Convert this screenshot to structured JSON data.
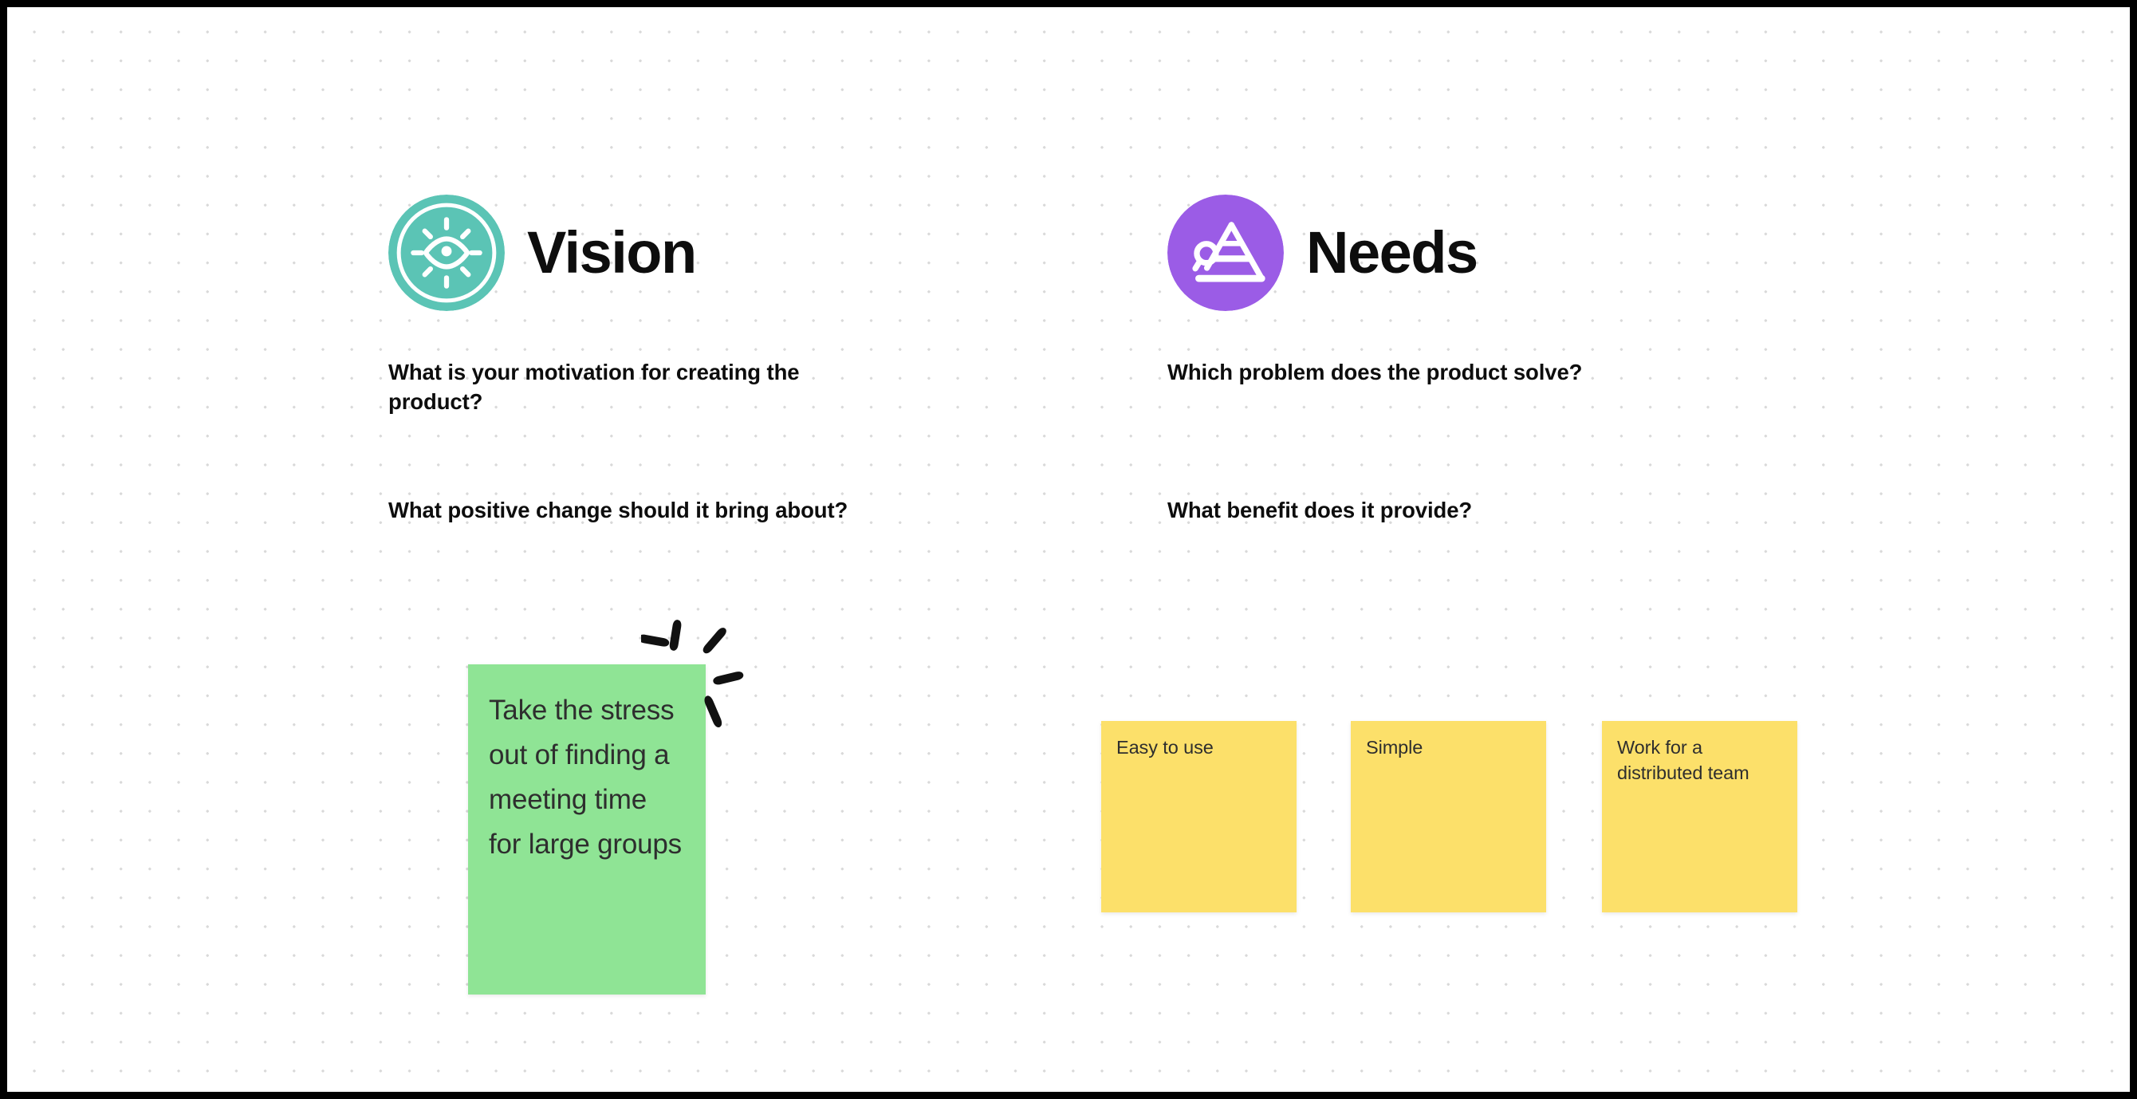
{
  "board": {
    "background_color": "#ffffff",
    "dot_grid_color": "#d9d9d9",
    "frame_color": "#000000"
  },
  "columns": [
    {
      "id": "vision",
      "title": "Vision",
      "icon_name": "eye-sun-icon",
      "icon_color": "#5BC4B5",
      "prompts": [
        "What is your motivation for creating the product?",
        "What positive change should it bring about?"
      ],
      "notes": [
        {
          "text": "Take the stress out of finding a meeting time for large groups",
          "color": "#8FE495",
          "decoration": "sparkle-burst"
        }
      ]
    },
    {
      "id": "needs",
      "title": "Needs",
      "icon_name": "pyramid-search-icon",
      "icon_color": "#9B5CE6",
      "prompts": [
        "Which problem does the product solve?",
        "What benefit does it provide?"
      ],
      "notes": [
        {
          "text": "Easy to use",
          "color": "#FCE06A"
        },
        {
          "text": "Simple",
          "color": "#FCE06A"
        },
        {
          "text": "Work for a\ndistributed team",
          "color": "#FCE06A"
        }
      ]
    }
  ]
}
